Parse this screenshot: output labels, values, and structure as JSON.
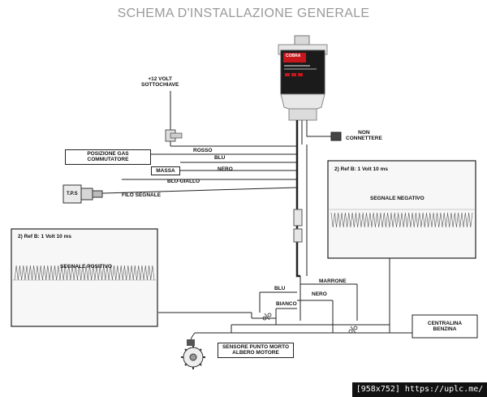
{
  "title": "SCHEMA D'INSTALLAZIONE GENERALE",
  "device": {
    "brand": "COBRA"
  },
  "labels": {
    "plus12": "+12 VOLT\nSOTTOCHIAVE",
    "rosso": "ROSSO",
    "posizione_gas": "POSIZIONE GAS\nCOMMUTATORE",
    "blu_top": "BLU",
    "massa": "MASSA",
    "nero_top": "NERO",
    "blu_giallo": "BLU-GIALLO",
    "tps": "T.P.S",
    "filo_segnale": "FILO SEGNALE",
    "non_connettere": "NON\nCONNETTERE",
    "marrone": "MARRONE",
    "blu_bottom": "BLU",
    "nero_bottom": "NERO",
    "bianco": "BIANCO",
    "sensore": "SENSORE PUNTO MORTO\nALBERO MOTORE",
    "centralina": "CENTRALINA\nBENZINA"
  },
  "scope_left": {
    "header": "2) Ref B:  1 Volt 10 ms",
    "signal": "SEGNALE POSITIVO"
  },
  "scope_right": {
    "header": "2) Ref B:  1 Volt 10 ms",
    "signal": "SEGNALE NEGATIVO"
  },
  "footer": "[958x752] https://uplc.me/",
  "colors": {
    "line": "#222222",
    "title": "#9a9a9a",
    "device_red": "#c8161d",
    "device_black": "#1b1b1b",
    "scope_fill": "#f7f7f7",
    "wave": "#555555"
  }
}
